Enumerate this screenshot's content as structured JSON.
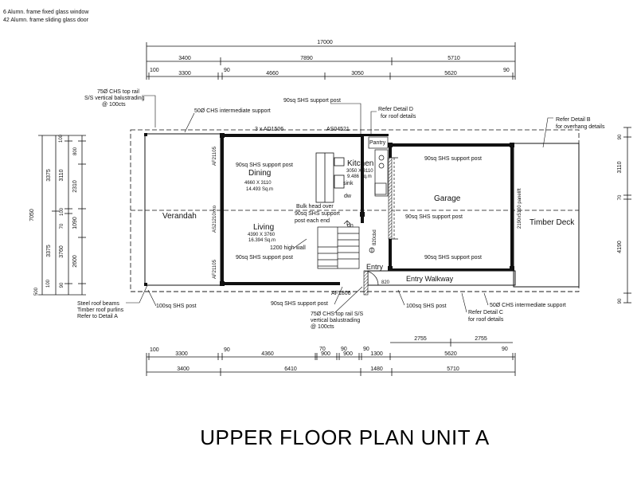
{
  "legend": {
    "line1": "6   Alumn. frame fixed glass window",
    "line2": "42  Alumn. frame sliding glass door"
  },
  "dims_top": {
    "overall": "17000",
    "row1": [
      "3400",
      "7890",
      "5710"
    ],
    "row2": [
      "100",
      "3300",
      "90",
      "4660",
      "3050",
      "5620",
      "90"
    ]
  },
  "dims_bottom": {
    "row1": [
      "100",
      "3300",
      "90",
      "4360",
      "70",
      "900",
      "90",
      "900",
      "90",
      "1300",
      "2755",
      "5620",
      "2755",
      "90"
    ],
    "row2": [
      "3400",
      "6410",
      "1480",
      "5710"
    ]
  },
  "dims_left": {
    "overall": "7050",
    "outer": [
      "3375",
      "3375"
    ],
    "inner": [
      "100",
      "800",
      "3110",
      "2310",
      "100",
      "1090",
      "70",
      "3760",
      "2600",
      "100",
      "90",
      "500"
    ]
  },
  "dims_right": [
    "90",
    "3110",
    "70",
    "4190",
    "90"
  ],
  "rooms": {
    "dining": "Dining",
    "dining_size": "4660 X 3110",
    "dining_area": "14.493 Sq.m",
    "living": "Living",
    "living_size": "4390 X 3760",
    "living_area": "16.394 Sq.m",
    "kitchen": "Kitchen",
    "kitchen_size": "3050 X 3110",
    "kitchen_area": "9.486 Sq.m",
    "verandah": "Verandah",
    "garage": "Garage",
    "timber_deck": "Timber Deck",
    "entry": "Entry",
    "entry_walkway": "Entry Walkway",
    "pantry": "Pantry"
  },
  "labels": {
    "top_rail_1": "75Ø CHS top rail",
    "top_rail_2": "S/S vertical balustrading",
    "top_rail_3": "@ 100cts",
    "chs_support": "50Ø CHS intermediate support",
    "support_post_top": "90sq SHS support post",
    "refer_d_1": "Refer Detail D",
    "refer_d_2": "for roof details",
    "refer_b_1": "Refer Detail B",
    "refer_b_2": "for overhang details",
    "ad1506": "3 x AD1506",
    "as04521": "AS04521",
    "af21105_a": "AF21105",
    "af21105_b": "AF21105",
    "as21": "AS21210xxo",
    "shs_dining": "90sq SHS support post",
    "shs_garage_top": "90sq SHS support post",
    "shs_mid": "90sq SHS support post",
    "shs_living": "90sq SHS support post",
    "shs_garage_bot": "90sq SHS support post",
    "bulkhead_1": "Bulk head over",
    "bulkhead_2": "90sq SHS support",
    "bulkhead_3": "post each end",
    "high_wall": "1200 high wall",
    "sink": "sink",
    "dw": "dw",
    "dn": "dn",
    "panel_lift": "2190x5100 panelift",
    "cupboard": "820cbd",
    "d820": "820",
    "af1806": "AF1806",
    "steel_1": "Steel roof beams",
    "steel_2": "Timber roof purlins",
    "steel_3": "Refer to Detail A",
    "post_100_left": "100sq SHS post",
    "post_90_bottom": "90sq SHS support post",
    "post_100_right": "100sq SHS post",
    "refer_c_1": "Refer Detail C",
    "refer_c_2": "for roof details",
    "chs_bottom": "50Ø CHS intermediate support",
    "bot_rail_1": "75Ø CHS top rail S/S",
    "bot_rail_2": "vertical balustrading",
    "bot_rail_3": "@ 100cts"
  },
  "title": "UPPER FLOOR PLAN UNIT A"
}
